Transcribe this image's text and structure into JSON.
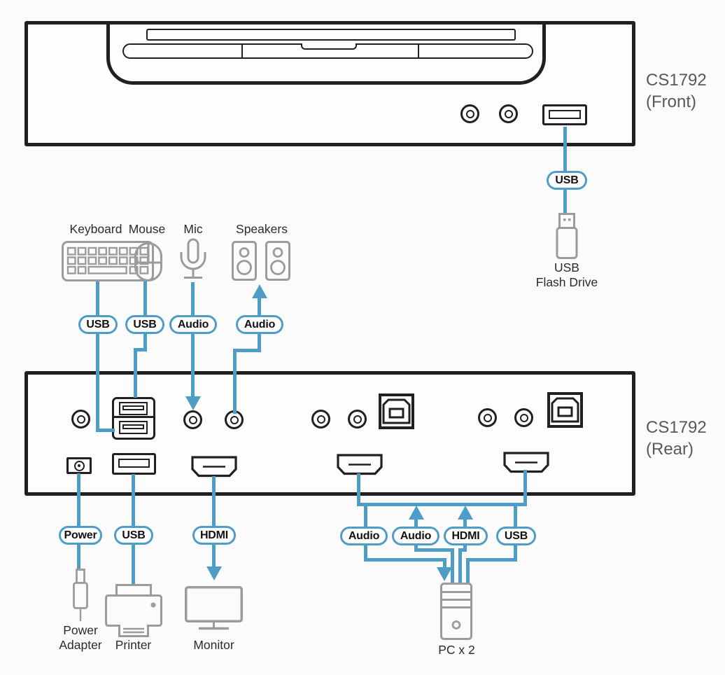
{
  "panels": {
    "front": {
      "line1": "CS1792",
      "line2": "(Front)"
    },
    "rear": {
      "line1": "CS1792",
      "line2": "(Rear)"
    }
  },
  "cables": {
    "front_usb": "USB",
    "keyboard": "USB",
    "mouse": "USB",
    "mic": "Audio",
    "speakers": "Audio",
    "power": "Power",
    "printer": "USB",
    "monitor": "HDMI",
    "pc_audio_out": "Audio",
    "pc_audio_in": "Audio",
    "pc_hdmi": "HDMI",
    "pc_usb": "USB"
  },
  "devices": {
    "keyboard": "Keyboard",
    "mouse": "Mouse",
    "mic": "Mic",
    "speakers": "Speakers",
    "flash_line1": "USB",
    "flash_line2": "Flash Drive",
    "power_line1": "Power",
    "power_line2": "Adapter",
    "printer": "Printer",
    "monitor": "Monitor",
    "pc": "PC x 2"
  },
  "icons": [
    "keyboard-icon",
    "mouse-icon",
    "microphone-icon",
    "speakers-icon",
    "usb-flash-drive-icon",
    "power-adapter-icon",
    "printer-icon",
    "monitor-icon",
    "pc-tower-icon"
  ],
  "colors": {
    "cable_blue": "#4d9dc6",
    "outline_black": "#231f20",
    "device_gray": "#9b9b9b",
    "label_gray": "#58595b"
  }
}
